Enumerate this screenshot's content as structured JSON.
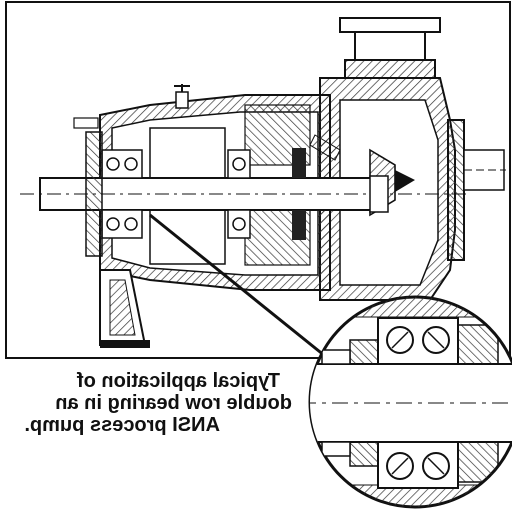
{
  "caption": {
    "line1": "Typical application of",
    "line2": "double row bearing in an",
    "line3": "ANSI process pump."
  },
  "colors": {
    "ink": "#111111",
    "paper": "#ffffff",
    "hatch": "#333333"
  },
  "icons": {
    "bearing": "double-row-ball-bearing",
    "magnifier": "detail-circle"
  }
}
